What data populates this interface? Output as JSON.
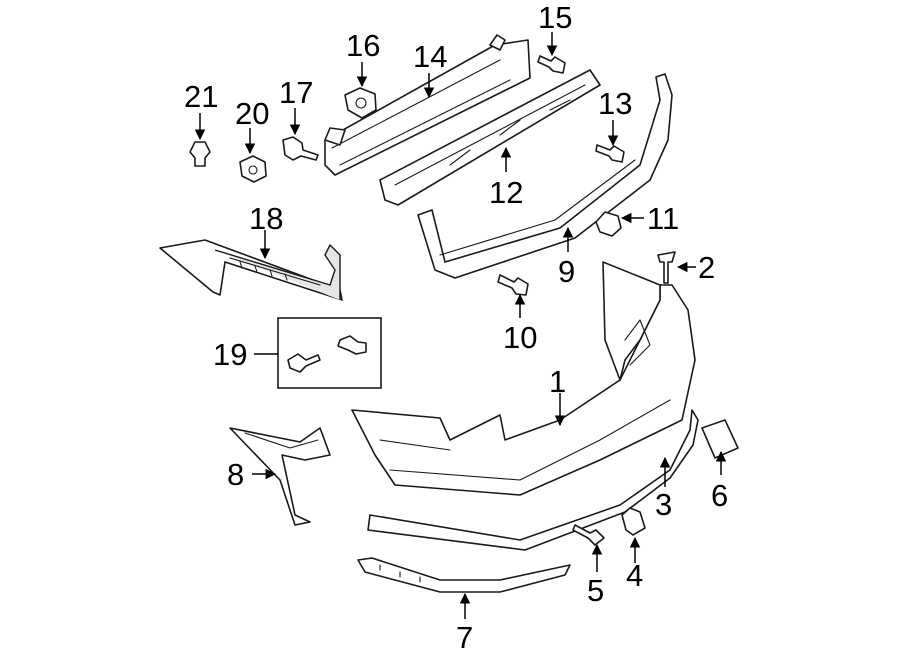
{
  "diagram": {
    "callouts": [
      {
        "number": "1",
        "part": "bumper-cover"
      },
      {
        "number": "2",
        "part": "clip"
      },
      {
        "number": "3",
        "part": "lower-cover"
      },
      {
        "number": "4",
        "part": "clip"
      },
      {
        "number": "5",
        "part": "screw"
      },
      {
        "number": "6",
        "part": "tow-hook-cap"
      },
      {
        "number": "7",
        "part": "lower-molding"
      },
      {
        "number": "8",
        "part": "side-bracket"
      },
      {
        "number": "9",
        "part": "lower-support"
      },
      {
        "number": "10",
        "part": "bolt"
      },
      {
        "number": "11",
        "part": "nut"
      },
      {
        "number": "12",
        "part": "energy-absorber"
      },
      {
        "number": "13",
        "part": "bolt"
      },
      {
        "number": "14",
        "part": "impact-bar"
      },
      {
        "number": "15",
        "part": "bolt"
      },
      {
        "number": "16",
        "part": "nut"
      },
      {
        "number": "17",
        "part": "bolt"
      },
      {
        "number": "18",
        "part": "side-bracket"
      },
      {
        "number": "19",
        "part": "bolt-kit"
      },
      {
        "number": "20",
        "part": "nut"
      },
      {
        "number": "21",
        "part": "clip"
      }
    ]
  }
}
